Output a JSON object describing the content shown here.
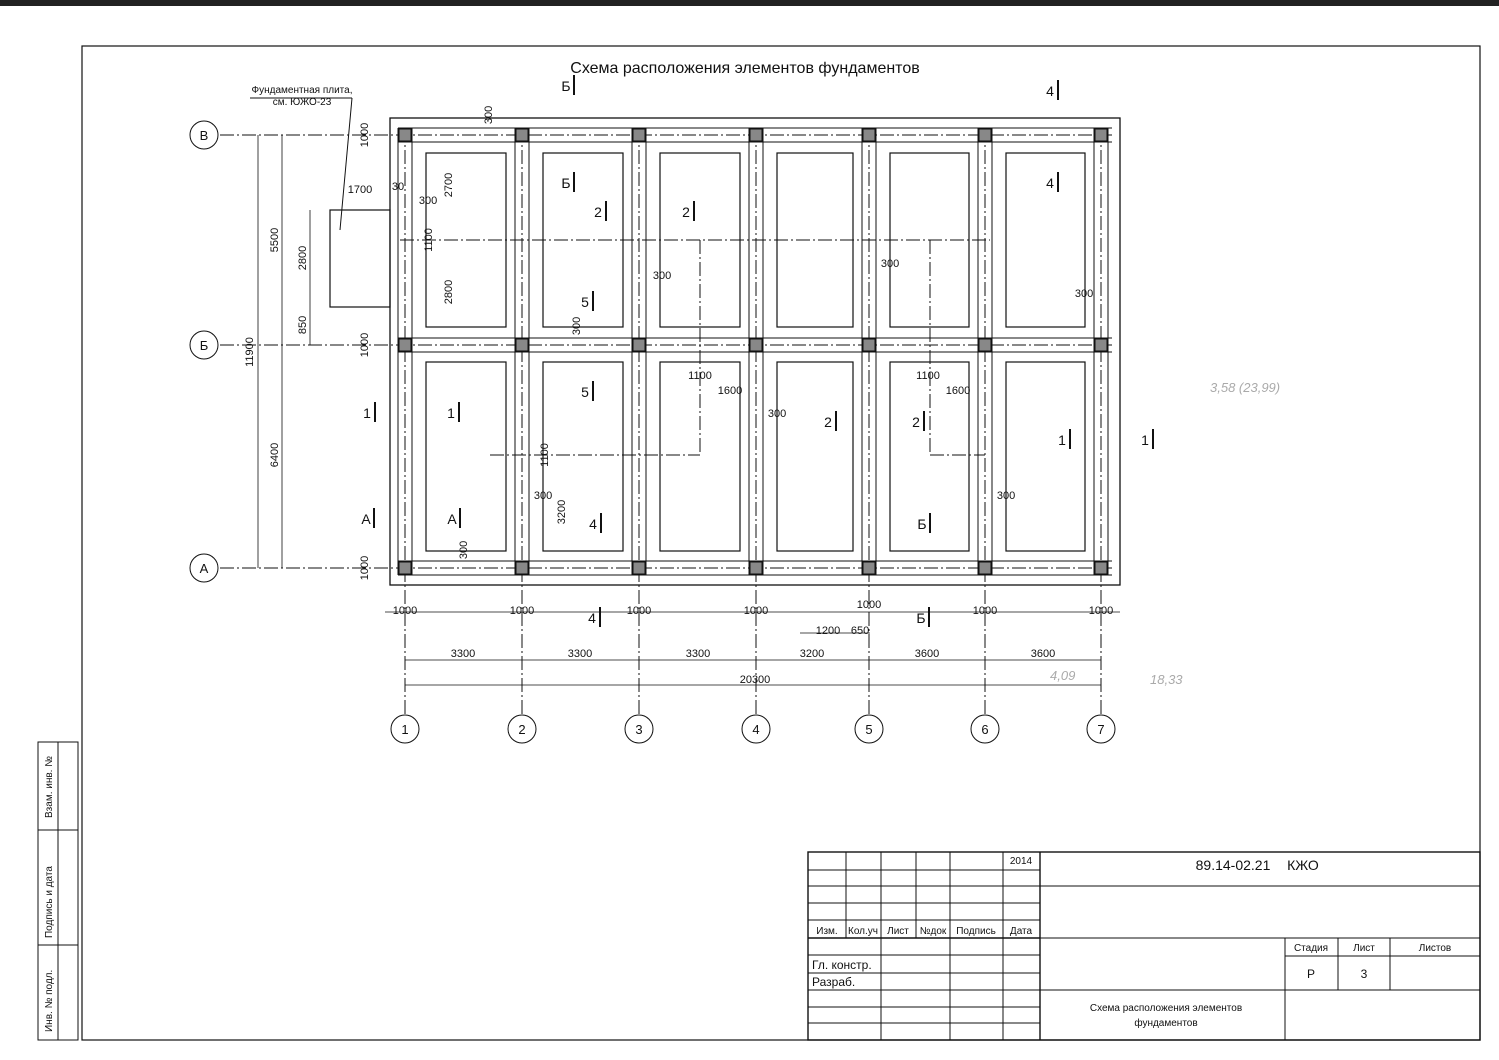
{
  "title": "Схема расположения элементов фундаментов",
  "callout": {
    "line1": "Фундаментная плита,",
    "line2": "см. ЮЖО-23"
  },
  "axes_columns": [
    "1",
    "2",
    "3",
    "4",
    "5",
    "6",
    "7"
  ],
  "axes_rows": [
    "В",
    "Б",
    "А"
  ],
  "dimensions": [
    "300",
    "1000",
    "5500",
    "11900",
    "6400",
    "2800",
    "850",
    "1000",
    "1000",
    "1700",
    "30",
    "300",
    "1100",
    "2700",
    "2800",
    "300",
    "300",
    "300",
    "300",
    "1100",
    "1600",
    "1100",
    "1600",
    "300",
    "1100",
    "300",
    "3200",
    "300",
    "300",
    "1000",
    "1000",
    "1000",
    "1000",
    "1000",
    "1000",
    "1000",
    "1200",
    "650",
    "3300",
    "3300",
    "3300",
    "3200",
    "3600",
    "3600",
    "20300"
  ],
  "section_marks": [
    "Б",
    "4",
    "Б",
    "2",
    "2",
    "4",
    "5",
    "5",
    "1",
    "1",
    "2",
    "2",
    "1",
    "1",
    "А",
    "А",
    "4",
    "Б",
    "4",
    "Б"
  ],
  "handwritten": [
    "3,58 (23,99)",
    "18,33",
    "4,09"
  ],
  "stamp_side": [
    "Взам. инв. №",
    "Подпись и дата",
    "Инв. № подл."
  ],
  "title_block": {
    "year": "2014",
    "code": "89.14-02.21",
    "mark": "КЖО",
    "cols": [
      "Изм.",
      "Кол.уч",
      "Лист",
      "№док",
      "Подпись",
      "Дата"
    ],
    "roles": [
      "Гл. констр.",
      "Разраб."
    ],
    "stage_label": "Стадия",
    "sheet_label": "Лист",
    "sheets_label": "Листов",
    "stage": "Р",
    "sheet": "3",
    "drawing_name_1": "Схема расположения элементов",
    "drawing_name_2": "фундаментов"
  }
}
